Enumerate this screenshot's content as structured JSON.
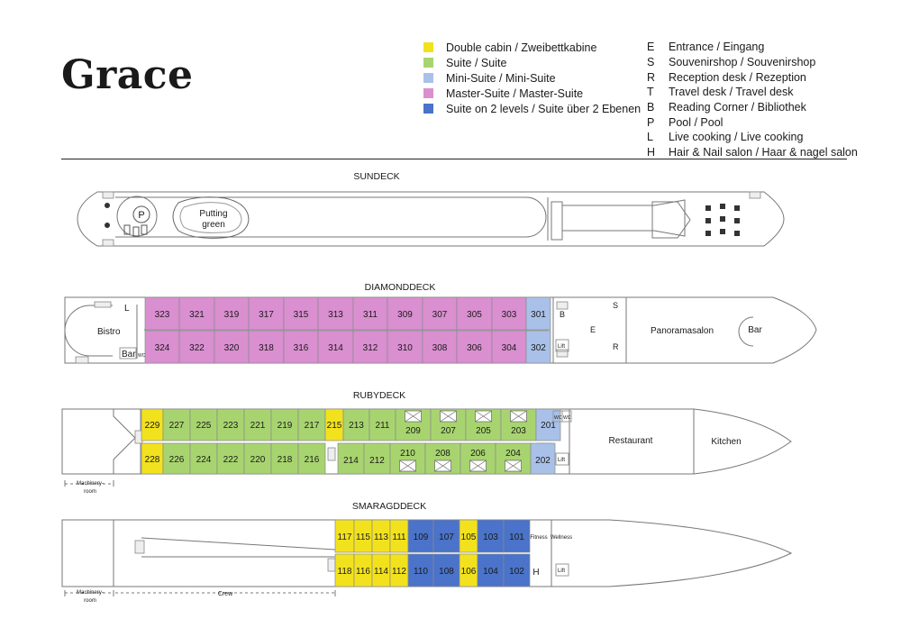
{
  "title": "Grace",
  "colors": {
    "double": "#f2e21d",
    "suite": "#a8d46f",
    "mini": "#a9c1e8",
    "master": "#d98fd0",
    "twolevel": "#4a73c9"
  },
  "legend": [
    {
      "key": "double",
      "label": "Double cabin / Zweibettkabine"
    },
    {
      "key": "suite",
      "label": "Suite / Suite"
    },
    {
      "key": "mini",
      "label": "Mini-Suite / Mini-Suite"
    },
    {
      "key": "master",
      "label": "Master-Suite / Master-Suite"
    },
    {
      "key": "twolevel",
      "label": "Suite on 2 levels / Suite über 2 Ebenen"
    }
  ],
  "keys": [
    {
      "letter": "E",
      "label": "Entrance / Eingang"
    },
    {
      "letter": "S",
      "label": "Souvenirshop / Souvenirshop"
    },
    {
      "letter": "R",
      "label": "Reception desk / Rezeption"
    },
    {
      "letter": "T",
      "label": "Travel desk / Travel desk"
    },
    {
      "letter": "B",
      "label": "Reading Corner / Bibliothek"
    },
    {
      "letter": "P",
      "label": "Pool / Pool"
    },
    {
      "letter": "L",
      "label": "Live cooking / Live cooking"
    },
    {
      "letter": "H",
      "label": "Hair & Nail salon / Haar & nagel salon"
    }
  ],
  "decks": {
    "sun": {
      "name": "SUNDECK",
      "pool": "P",
      "putting": [
        "Putting",
        "green"
      ]
    },
    "diamond": {
      "name": "DIAMONDDECK",
      "bistro": "Bistro",
      "bar_aft": "Bar",
      "live": "L",
      "lounge": "Panoramasalon",
      "bar_fwd": "Bar",
      "labels": {
        "B": "B",
        "E": "E",
        "S": "S",
        "R": "R",
        "lift": "Lift",
        "wc": "WC"
      },
      "top": [
        {
          "n": "323",
          "c": "master"
        },
        {
          "n": "321",
          "c": "master"
        },
        {
          "n": "319",
          "c": "master"
        },
        {
          "n": "317",
          "c": "master"
        },
        {
          "n": "315",
          "c": "master"
        },
        {
          "n": "313",
          "c": "master"
        },
        {
          "n": "311",
          "c": "master"
        },
        {
          "n": "309",
          "c": "master"
        },
        {
          "n": "307",
          "c": "master"
        },
        {
          "n": "305",
          "c": "master"
        },
        {
          "n": "303",
          "c": "master"
        },
        {
          "n": "301",
          "c": "mini"
        }
      ],
      "bottom": [
        {
          "n": "324",
          "c": "master"
        },
        {
          "n": "322",
          "c": "master"
        },
        {
          "n": "320",
          "c": "master"
        },
        {
          "n": "318",
          "c": "master"
        },
        {
          "n": "316",
          "c": "master"
        },
        {
          "n": "314",
          "c": "master"
        },
        {
          "n": "312",
          "c": "master"
        },
        {
          "n": "310",
          "c": "master"
        },
        {
          "n": "308",
          "c": "master"
        },
        {
          "n": "306",
          "c": "master"
        },
        {
          "n": "304",
          "c": "master"
        },
        {
          "n": "302",
          "c": "mini"
        }
      ]
    },
    "ruby": {
      "name": "RUBYDECK",
      "restaurant": "Restaurant",
      "kitchen": "Kitchen",
      "machinery": [
        "Machinery-",
        "room"
      ],
      "labels": {
        "wc1": "WC",
        "wc2": "WC",
        "lift": "Lift"
      },
      "top": [
        {
          "n": "229",
          "c": "double"
        },
        {
          "n": "227",
          "c": "suite"
        },
        {
          "n": "225",
          "c": "suite"
        },
        {
          "n": "223",
          "c": "suite"
        },
        {
          "n": "221",
          "c": "suite"
        },
        {
          "n": "219",
          "c": "suite"
        },
        {
          "n": "217",
          "c": "suite"
        },
        {
          "n": "215",
          "c": "double"
        },
        {
          "n": "213",
          "c": "suite"
        },
        {
          "n": "211",
          "c": "suite"
        },
        {
          "n": "209",
          "c": "suite"
        },
        {
          "n": "207",
          "c": "suite"
        },
        {
          "n": "205",
          "c": "suite"
        },
        {
          "n": "203",
          "c": "suite"
        },
        {
          "n": "201",
          "c": "mini"
        }
      ],
      "bottom": [
        {
          "n": "228",
          "c": "double"
        },
        {
          "n": "226",
          "c": "suite"
        },
        {
          "n": "224",
          "c": "suite"
        },
        {
          "n": "222",
          "c": "suite"
        },
        {
          "n": "220",
          "c": "suite"
        },
        {
          "n": "218",
          "c": "suite"
        },
        {
          "n": "216",
          "c": "suite"
        },
        {
          "n": "214",
          "c": "suite"
        },
        {
          "n": "212",
          "c": "suite"
        },
        {
          "n": "210",
          "c": "suite"
        },
        {
          "n": "208",
          "c": "suite"
        },
        {
          "n": "206",
          "c": "suite"
        },
        {
          "n": "204",
          "c": "suite"
        },
        {
          "n": "202",
          "c": "mini"
        }
      ]
    },
    "smaragd": {
      "name": "SMARAGDDECK",
      "fitness": "Fitness",
      "wellness": "Wellness",
      "hair": "H",
      "lift": "Lift",
      "machinery": [
        "Machinery-",
        "room"
      ],
      "crew": "Crew",
      "top": [
        {
          "n": "117",
          "c": "double"
        },
        {
          "n": "115",
          "c": "double"
        },
        {
          "n": "113",
          "c": "double"
        },
        {
          "n": "111",
          "c": "double"
        },
        {
          "n": "109",
          "c": "twolevel"
        },
        {
          "n": "107",
          "c": "twolevel"
        },
        {
          "n": "105",
          "c": "double"
        },
        {
          "n": "103",
          "c": "twolevel"
        },
        {
          "n": "101",
          "c": "twolevel"
        }
      ],
      "bottom": [
        {
          "n": "118",
          "c": "double"
        },
        {
          "n": "116",
          "c": "double"
        },
        {
          "n": "114",
          "c": "double"
        },
        {
          "n": "112",
          "c": "double"
        },
        {
          "n": "110",
          "c": "twolevel"
        },
        {
          "n": "108",
          "c": "twolevel"
        },
        {
          "n": "106",
          "c": "double"
        },
        {
          "n": "104",
          "c": "twolevel"
        },
        {
          "n": "102",
          "c": "twolevel"
        }
      ]
    }
  }
}
